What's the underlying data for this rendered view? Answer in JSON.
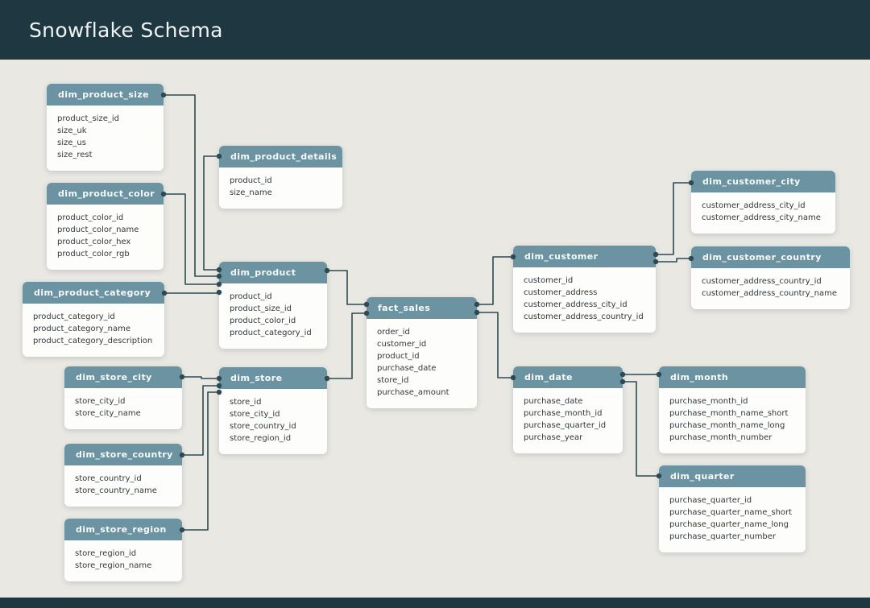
{
  "header": {
    "title": "Snowflake Schema"
  },
  "colors": {
    "topbar": "#1e3740",
    "canvas": "#e9e8e3",
    "table_header": "#6b93a1",
    "table_body": "#fdfdfc",
    "field_text": "#33383b",
    "connector": "#2d4a52"
  },
  "diagram": {
    "tables": [
      {
        "name": "dim_product_size",
        "fields": [
          "product_size_id",
          "size_uk",
          "size_us",
          "size_rest"
        ]
      },
      {
        "name": "dim_product_color",
        "fields": [
          "product_color_id",
          "product_color_name",
          "product_color_hex",
          "product_color_rgb"
        ]
      },
      {
        "name": "dim_product_category",
        "fields": [
          "product_category_id",
          "product_category_name",
          "product_category_description"
        ]
      },
      {
        "name": "dim_product_details",
        "fields": [
          "product_id",
          "size_name"
        ]
      },
      {
        "name": "dim_product",
        "fields": [
          "product_id",
          "product_size_id",
          "product_color_id",
          "product_category_id"
        ]
      },
      {
        "name": "fact_sales",
        "fields": [
          "order_id",
          "customer_id",
          "product_id",
          "purchase_date",
          "store_id",
          "purchase_amount"
        ]
      },
      {
        "name": "dim_customer",
        "fields": [
          "customer_id",
          "customer_address",
          "customer_address_city_id",
          "customer_address_country_id"
        ]
      },
      {
        "name": "dim_customer_city",
        "fields": [
          "customer_address_city_id",
          "customer_address_city_name"
        ]
      },
      {
        "name": "dim_customer_country",
        "fields": [
          "customer_address_country_id",
          "customer_address_country_name"
        ]
      },
      {
        "name": "dim_date",
        "fields": [
          "purchase_date",
          "purchase_month_id",
          "purchase_quarter_id",
          "purchase_year"
        ]
      },
      {
        "name": "dim_month",
        "fields": [
          "purchase_month_id",
          "purchase_month_name_short",
          "purchase_month_name_long",
          "purchase_month_number"
        ]
      },
      {
        "name": "dim_quarter",
        "fields": [
          "purchase_quarter_id",
          "purchase_quarter_name_short",
          "purchase_quarter_name_long",
          "purchase_quarter_number"
        ]
      },
      {
        "name": "dim_store_city",
        "fields": [
          "store_city_id",
          "store_city_name"
        ]
      },
      {
        "name": "dim_store",
        "fields": [
          "store_id",
          "store_city_id",
          "store_country_id",
          "store_region_id"
        ]
      },
      {
        "name": "dim_store_country",
        "fields": [
          "store_country_id",
          "store_country_name"
        ]
      },
      {
        "name": "dim_store_region",
        "fields": [
          "store_region_id",
          "store_region_name"
        ]
      }
    ],
    "relationships": [
      {
        "from": "dim_product_size",
        "to": "dim_product"
      },
      {
        "from": "dim_product_details",
        "to": "dim_product"
      },
      {
        "from": "dim_product_color",
        "to": "dim_product"
      },
      {
        "from": "dim_product_category",
        "to": "dim_product"
      },
      {
        "from": "dim_product",
        "to": "fact_sales"
      },
      {
        "from": "dim_store",
        "to": "fact_sales"
      },
      {
        "from": "fact_sales",
        "to": "dim_customer"
      },
      {
        "from": "fact_sales",
        "to": "dim_date"
      },
      {
        "from": "dim_customer",
        "to": "dim_customer_city"
      },
      {
        "from": "dim_customer",
        "to": "dim_customer_country"
      },
      {
        "from": "dim_date",
        "to": "dim_month"
      },
      {
        "from": "dim_date",
        "to": "dim_quarter"
      },
      {
        "from": "dim_store_city",
        "to": "dim_store"
      },
      {
        "from": "dim_store_country",
        "to": "dim_store"
      },
      {
        "from": "dim_store_region",
        "to": "dim_store"
      }
    ]
  }
}
